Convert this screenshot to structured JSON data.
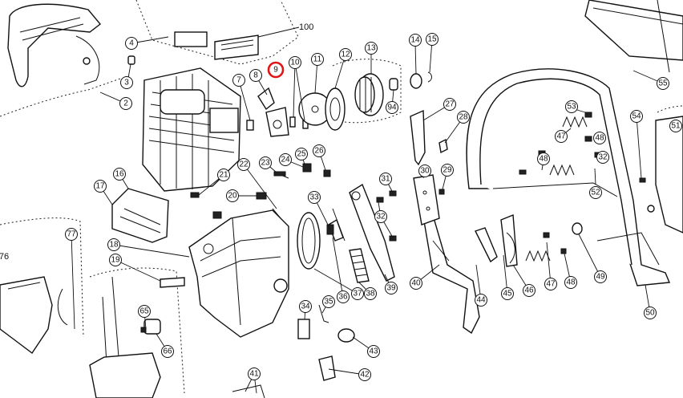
{
  "diagram": {
    "highlight_color": "#e01515",
    "highlighted_callout": "9",
    "callouts": [
      "2",
      "3",
      "4",
      "7",
      "8",
      "9",
      "10",
      "11",
      "12",
      "13",
      "14",
      "15",
      "16",
      "17",
      "18",
      "19",
      "20",
      "21",
      "22",
      "23",
      "24",
      "25",
      "26",
      "27",
      "28",
      "29",
      "30",
      "31",
      "32",
      "33",
      "34",
      "35",
      "36",
      "37",
      "38",
      "39",
      "40",
      "41",
      "42",
      "43",
      "44",
      "45",
      "46",
      "47",
      "48",
      "49",
      "50",
      "51",
      "52",
      "53",
      "54",
      "55",
      "65",
      "66",
      "76",
      "77",
      "94"
    ],
    "plain_labels": [
      "100"
    ]
  }
}
